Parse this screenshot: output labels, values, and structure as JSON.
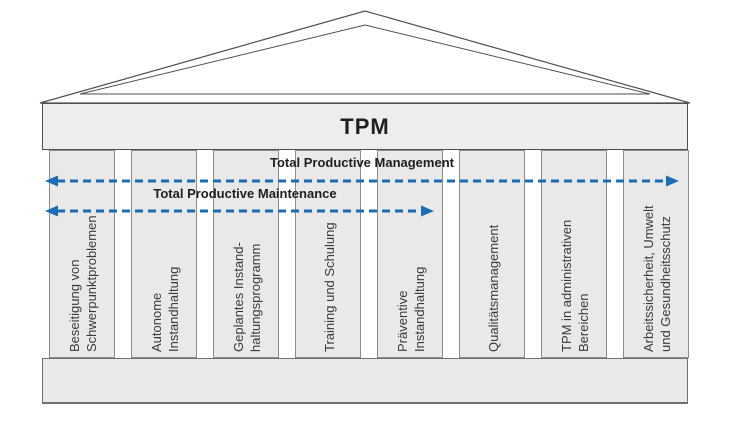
{
  "diagram": {
    "title": "TPM",
    "arrows": {
      "management": {
        "label": "Total Productive Management"
      },
      "maintenance": {
        "label": "Total Productive Maintenance"
      }
    },
    "pillars": [
      {
        "lines": [
          "Beseitigung von",
          "Schwerpunktproblemen"
        ]
      },
      {
        "lines": [
          "Autonome",
          "Instandhaltung"
        ]
      },
      {
        "lines": [
          "Geplantes Instand-",
          "haltungsprogramm"
        ]
      },
      {
        "lines": [
          "Training und Schulung"
        ]
      },
      {
        "lines": [
          "Präventive",
          "Instandhaltung"
        ]
      },
      {
        "lines": [
          "Qualitätsmanagement"
        ]
      },
      {
        "lines": [
          "TPM in administrativen",
          "Bereichen"
        ]
      },
      {
        "lines": [
          "Arbeitssicherheit, Umwelt",
          "und Gesundheitsschutz"
        ]
      }
    ],
    "colors": {
      "arrow_blue": "#1a6cb5",
      "structure_fill": "#e9e9e9",
      "structure_border": "#8c8c8c",
      "outline_dark": "#4f4f4f",
      "text": "#3a3a3a"
    }
  }
}
